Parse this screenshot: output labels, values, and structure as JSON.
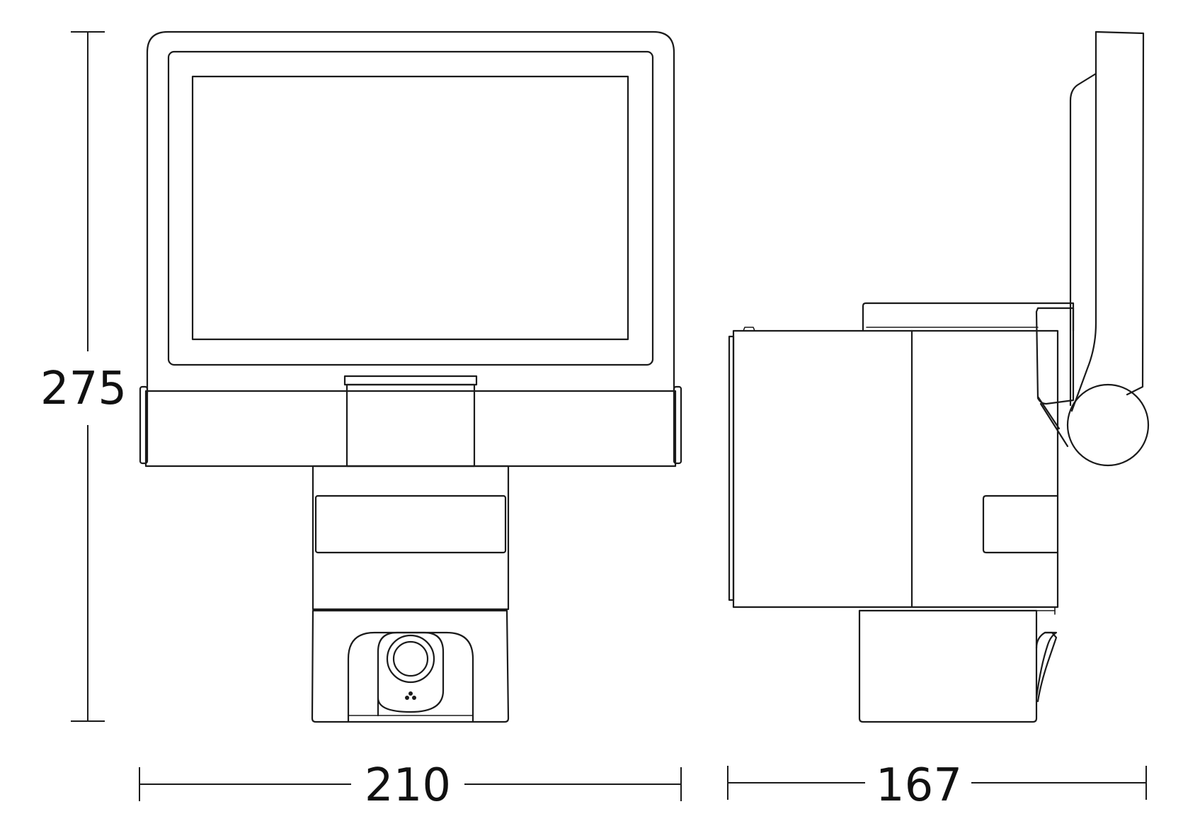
{
  "dimensions": {
    "height": "275",
    "front_width": "210",
    "side_depth": "167"
  },
  "colors": {
    "line": "#1a1a1a",
    "background": "#ffffff"
  }
}
